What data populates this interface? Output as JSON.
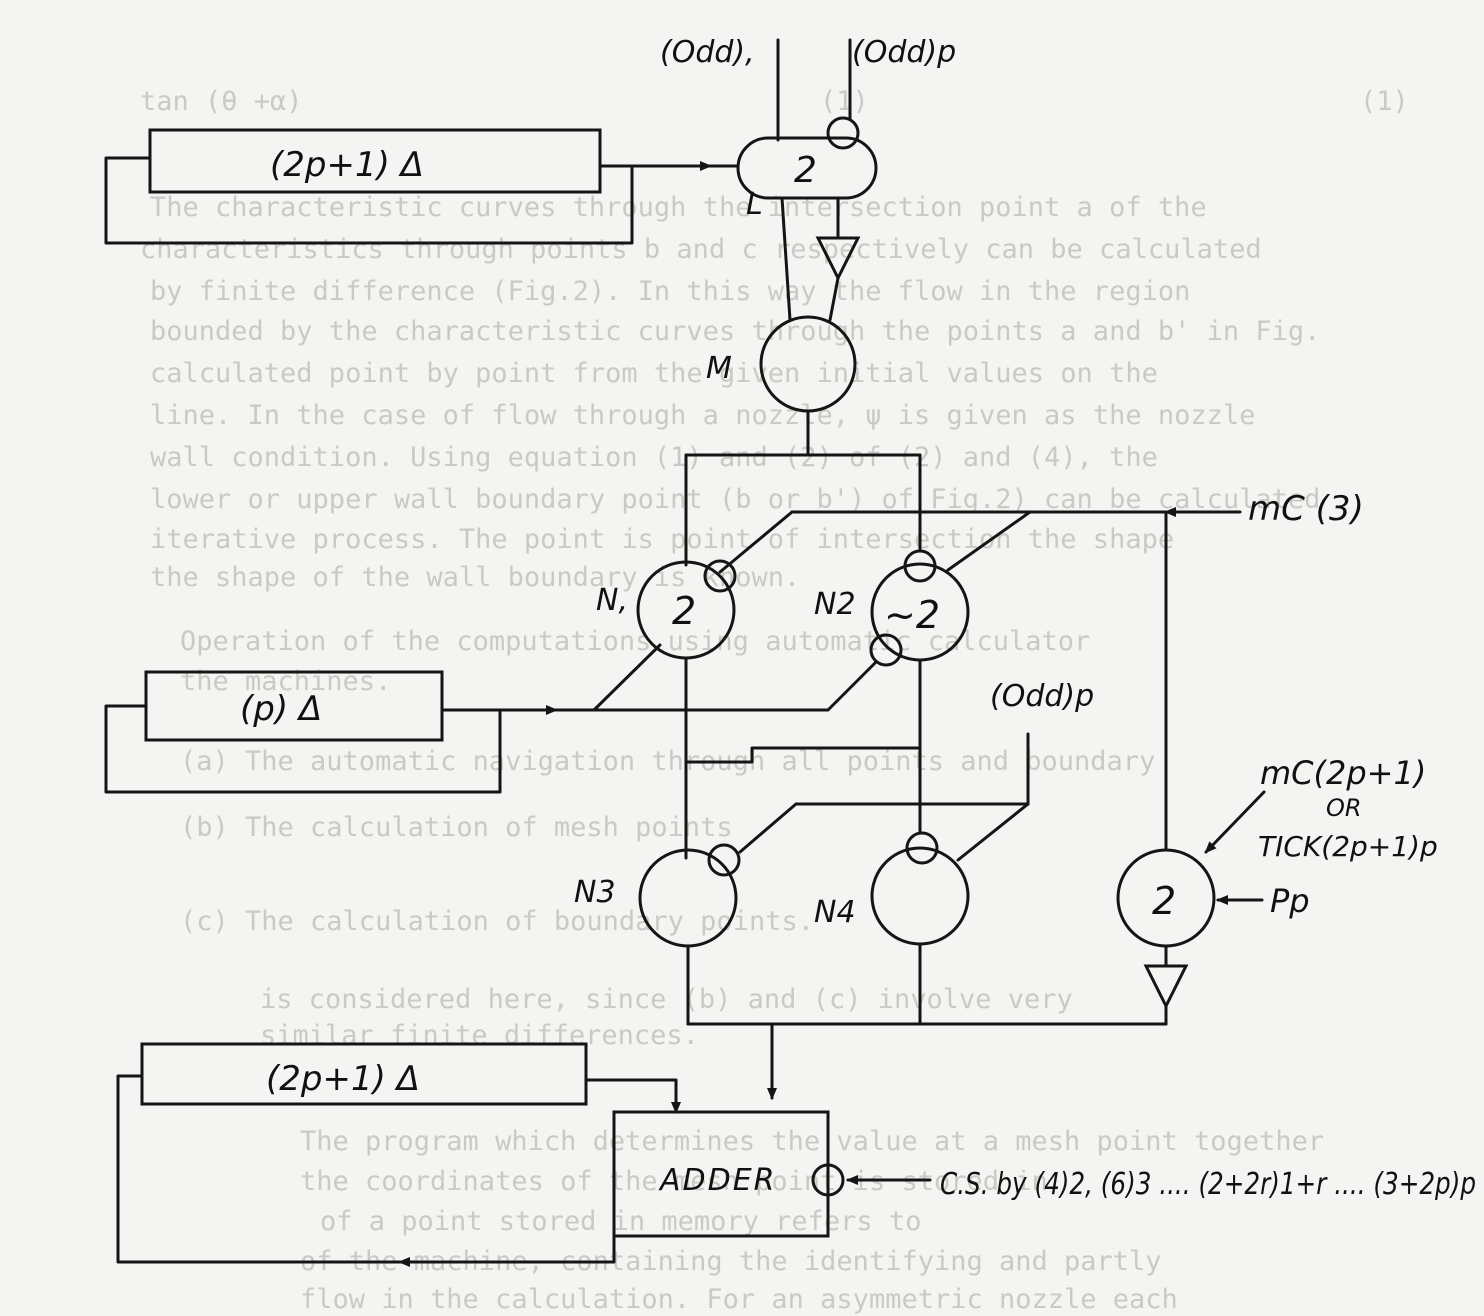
{
  "ghost_text": [
    "tan (θ +α)",
    "(1)",
    "(1)",
    "The characteristic curves through the intersection point a of the",
    "characteristics through points b and c respectively can be calculated",
    "by finite difference (Fig.2). In this way the flow in the region",
    "bounded by the characteristic curves through the points a and b' in Fig.",
    "calculated point by point from the given initial values on the",
    "line. In the case of flow through a nozzle, ψ is given as the nozzle",
    "wall condition. Using equation (1) and (2) of (2) and (4), the",
    "lower or upper wall boundary point (b or b') of Fig.2) can be calculated",
    "iterative process. The point is point of intersection the shape",
    "the shape of the wall boundary is known.",
    "Operation of the computations using automatic calculator",
    "the machines.",
    "(a) The automatic navigation through all points and boundary",
    "(b) The calculation of mesh points",
    "(c) The calculation of boundary points.",
    "is considered here, since (b) and (c) involve very",
    "similar finite differences.",
    "The program which determines the value at a mesh point together",
    "the coordinates of the mesh point is stored in",
    "of a point stored in memory refers to",
    "of the machine, containing the identifying and partly",
    "flow in the calculation. For an asymmetric nozzle each"
  ],
  "labels": {
    "delay_top": "(2p+1) Δ",
    "delay_mid": "(p) Δ",
    "delay_bottom": "(2p+1) Δ",
    "input_odd_1": "(Odd),",
    "input_odd_p_top": "(Odd)p",
    "gate_top_value": "2",
    "gate_top_L": "L",
    "node_M": "M",
    "node_N1": "N,",
    "node_N1_value": "2",
    "node_N2": "N2",
    "node_N2_value": "~2",
    "node_N3": "N3",
    "node_N4": "N4",
    "mc3": "mC (3)",
    "odd_p_mid": "(Odd)p",
    "mc_2p1": "mC(2p+1)",
    "or": "OR",
    "tick": "TICK(2p+1)p",
    "gate_right_value": "2",
    "pp": "Pp",
    "adder": "ADDER",
    "cs": "C.S. by (4)2, (6)3 .... (2+2r)1+r .... (3+2p)p"
  }
}
